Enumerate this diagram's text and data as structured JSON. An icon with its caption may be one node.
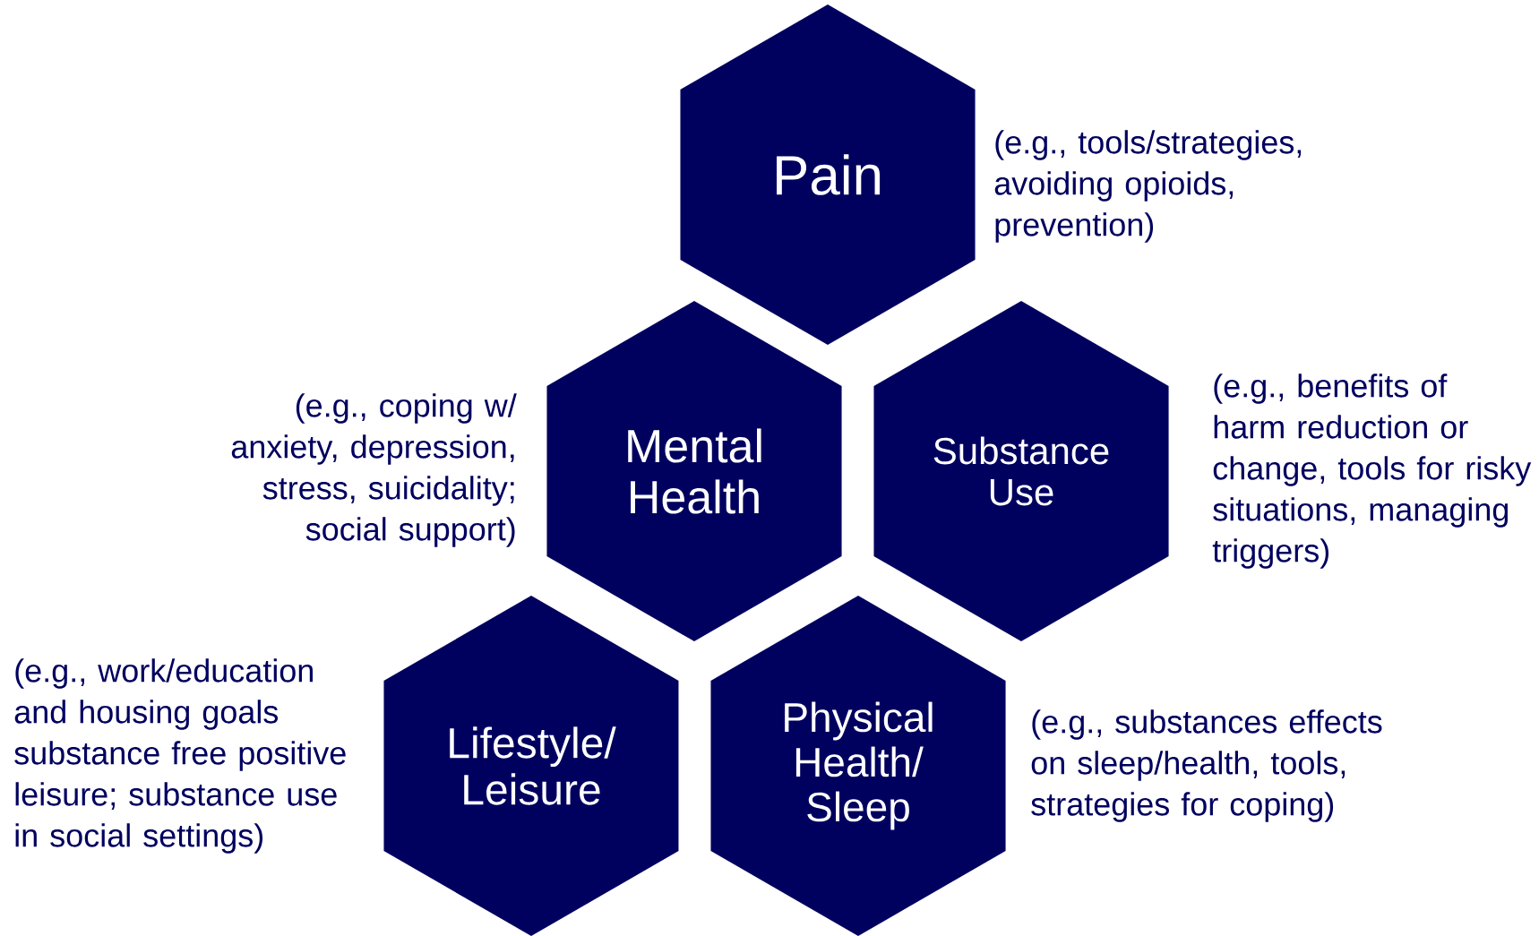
{
  "diagram": {
    "nodes": [
      {
        "text": [
          "Pain"
        ],
        "beside": [
          "(e.g., tools/strategies, avoiding opioids, prevention)"
        ]
      },
      {
        "text": [
          "Mental Health"
        ],
        "beside": [
          "(e.g., coping w/ anxiety, depression, stress, suicidality; social support)"
        ]
      },
      {
        "text": [
          "Substance Use"
        ],
        "beside": [
          "(e.g., benefits of harm reduction or change, tools for risky situations, managing triggers)"
        ]
      },
      {
        "text": [
          "Lifestyle/ Leisure"
        ],
        "beside": [
          "(e.g., work/education and housing goals substance free positive leisure; substance use in social settings)"
        ]
      },
      {
        "text": [
          "Physical Health/ Sleep"
        ],
        "beside": [
          "(e.g., substances effects on sleep/health, tools, strategies for coping)"
        ]
      }
    ]
  }
}
